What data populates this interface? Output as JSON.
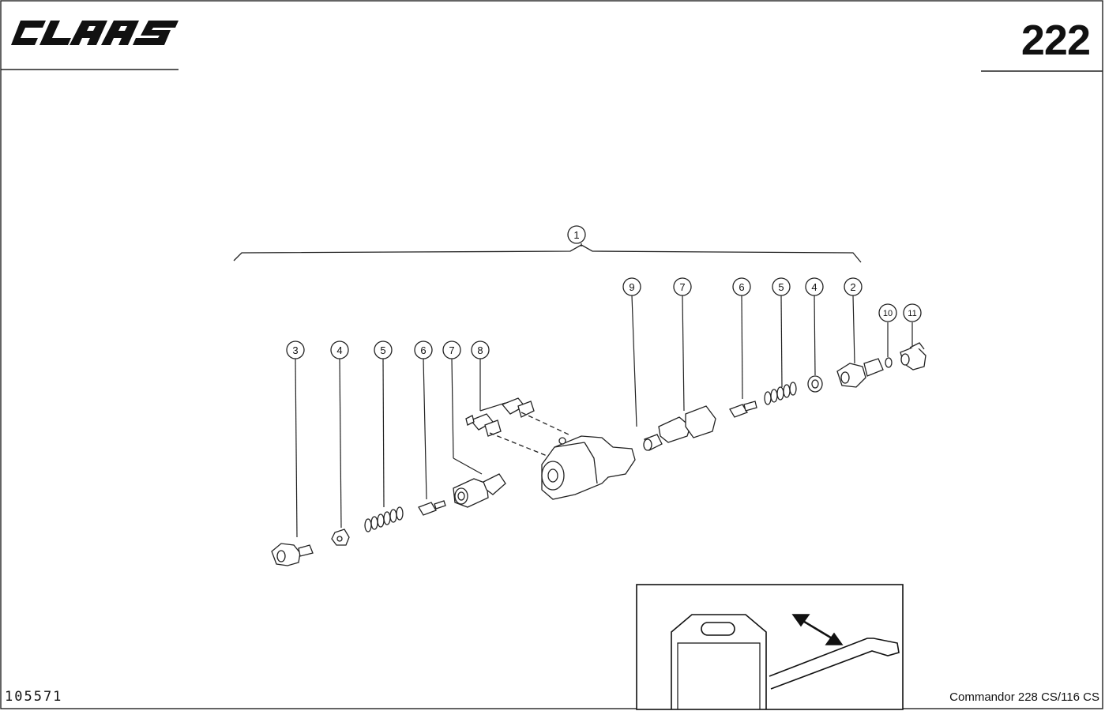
{
  "header": {
    "brand": "CLAAS",
    "page_number": "222"
  },
  "footer": {
    "drawing_number": "105571",
    "model": "Commandor 228 CS/116 CS"
  },
  "callouts": {
    "assembly": "1",
    "c3": "3",
    "c4a": "4",
    "c5a": "5",
    "c6a": "6",
    "c7a": "7",
    "c8": "8",
    "c9": "9",
    "c7b": "7",
    "c6b": "6",
    "c5b": "5",
    "c4b": "4",
    "c2": "2",
    "c10": "10",
    "c11": "11"
  }
}
